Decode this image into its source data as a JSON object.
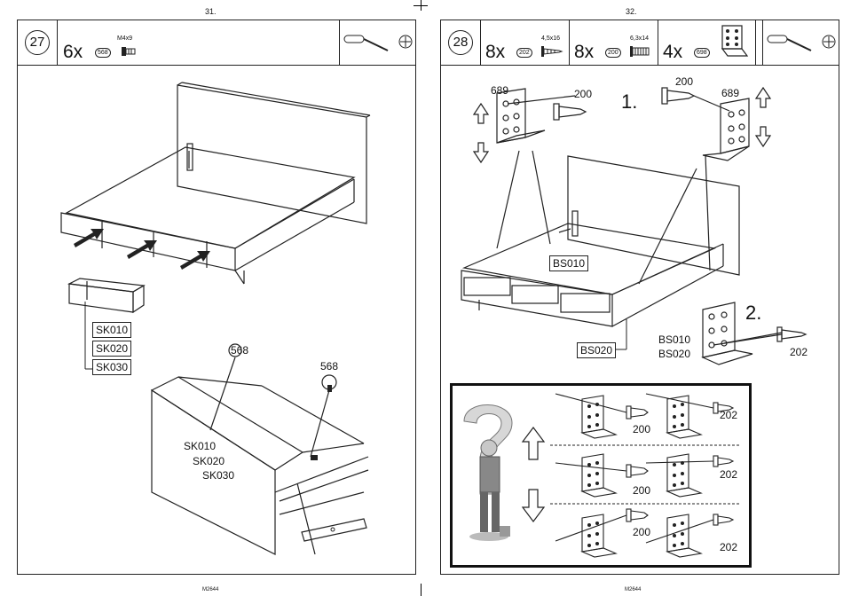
{
  "left_page": {
    "page_number": "31.",
    "footer_code": "M2644",
    "step": "27",
    "quantity": "6x",
    "part_code": "568",
    "part_size": "M4x9",
    "tool_icon": "screwdriver-icon",
    "drawer_labels": [
      "SK010",
      "SK020",
      "SK030"
    ],
    "callout_568_a": "568",
    "callout_568_b": "568",
    "front_labels": [
      "SK010",
      "SK020",
      "SK030"
    ]
  },
  "right_page": {
    "page_number": "32.",
    "footer_code": "M2644",
    "step": "28",
    "parts": [
      {
        "quantity": "8x",
        "code": "202",
        "size": "4,5x16"
      },
      {
        "quantity": "8x",
        "code": "200",
        "size": "6,3x14"
      },
      {
        "quantity": "4x",
        "code": "698",
        "size": ""
      }
    ],
    "tool_icon": "screwdriver-icon",
    "step1": "1.",
    "step2": "2.",
    "label_689_left": "689",
    "label_200_left": "200",
    "label_200_right": "200",
    "label_689_right": "689",
    "bs010_box": "BS010",
    "bs020_box": "BS020",
    "step2_labels": [
      "BS010",
      "BS020"
    ],
    "step2_screw": "202",
    "help_labels": [
      "200",
      "202",
      "200",
      "202",
      "200",
      "202"
    ]
  }
}
